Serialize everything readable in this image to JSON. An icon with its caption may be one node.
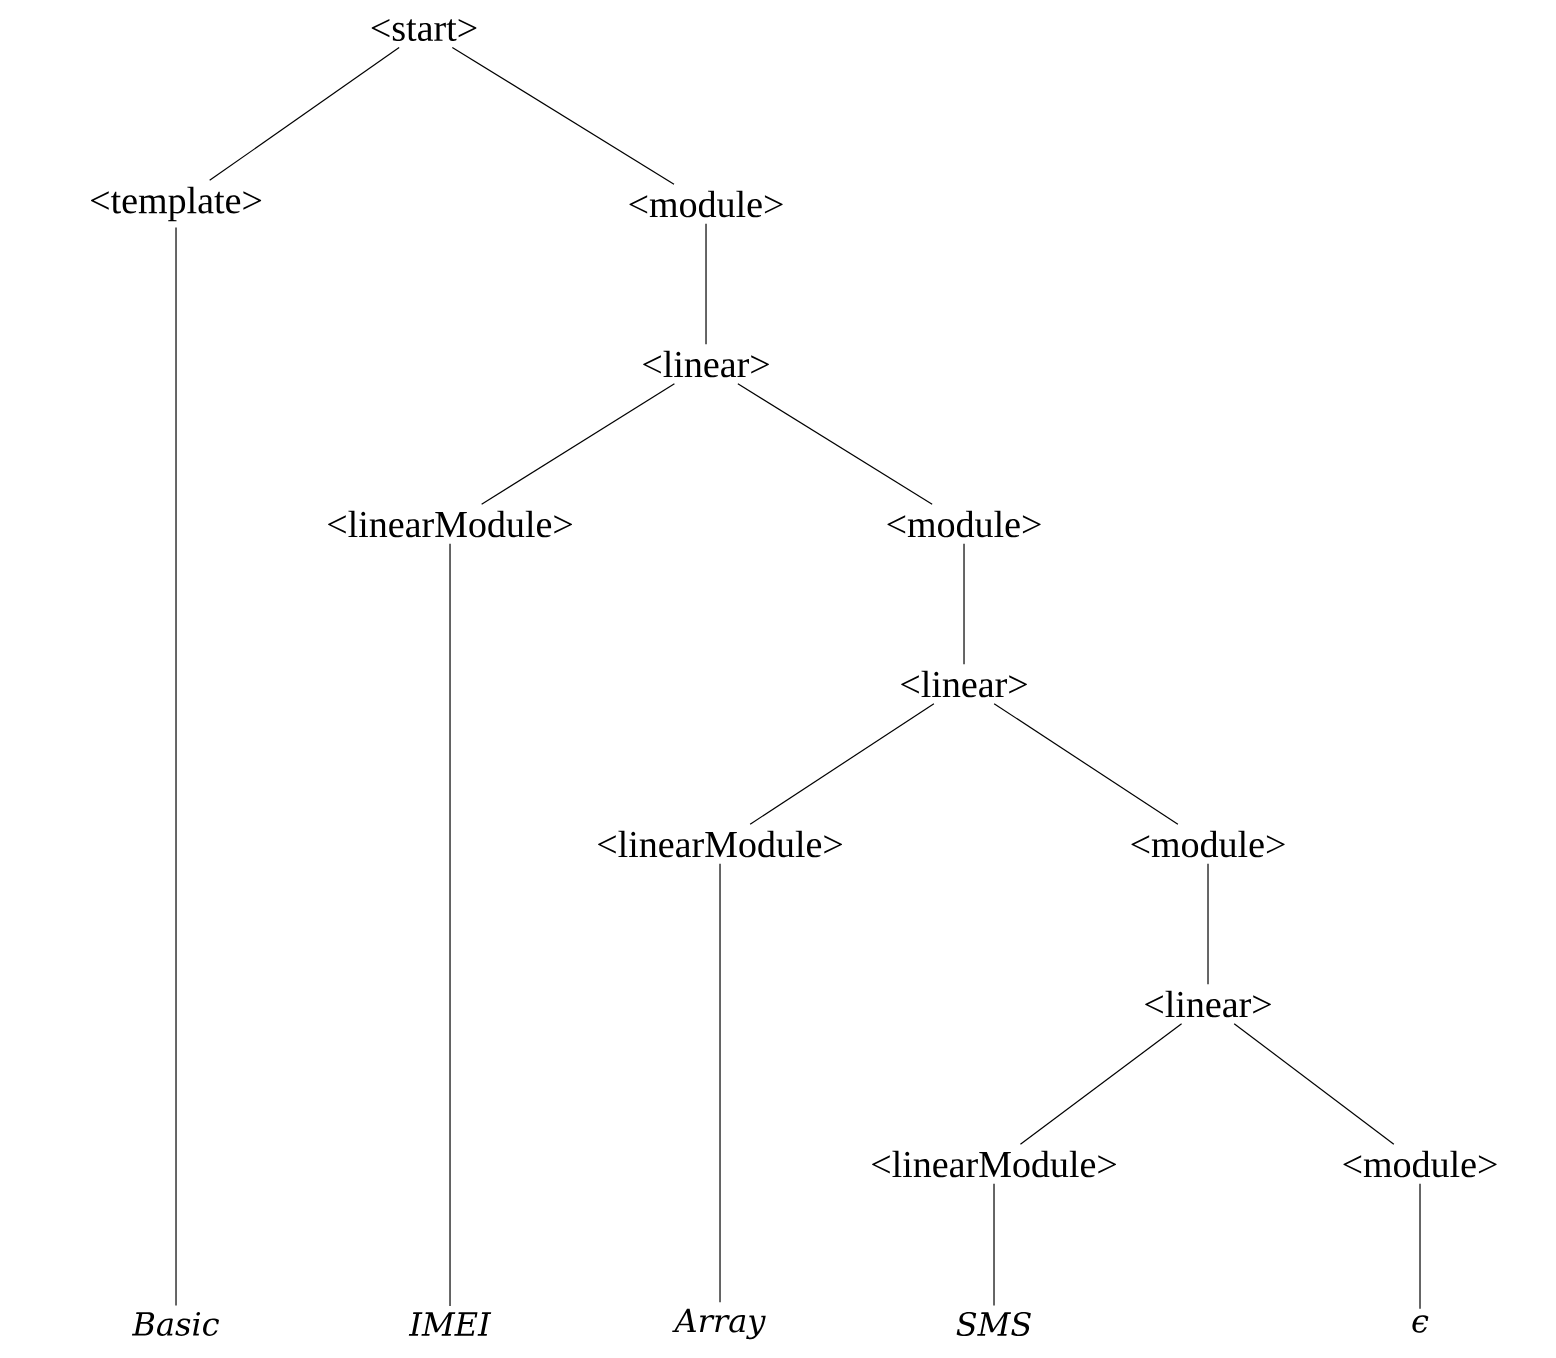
{
  "diagram": {
    "nodes": [
      {
        "text": [
          "<start>"
        ]
      },
      {
        "text": [
          "<template>"
        ]
      },
      {
        "text": [
          "<module>"
        ]
      },
      {
        "text": [
          "<linear>"
        ]
      },
      {
        "text": [
          "<linearModule>"
        ]
      },
      {
        "text": [
          "<module>"
        ]
      },
      {
        "text": [
          "<linear>"
        ]
      },
      {
        "text": [
          "<linearModule>"
        ]
      },
      {
        "text": [
          "<module>"
        ]
      },
      {
        "text": [
          "<linear>"
        ]
      },
      {
        "text": [
          "<linearModule>"
        ]
      },
      {
        "text": [
          "<module>"
        ]
      },
      {
        "text": [
          "Basic"
        ]
      },
      {
        "text": [
          "IMEI"
        ]
      },
      {
        "text": [
          "Array"
        ]
      },
      {
        "text": [
          "SMS"
        ]
      },
      {
        "text": [
          "ϵ"
        ]
      }
    ],
    "edges": [
      {
        "from": 0,
        "to": 1,
        "arrow": "none"
      },
      {
        "from": 0,
        "to": 2,
        "arrow": "none"
      },
      {
        "from": 1,
        "to": 12,
        "arrow": "none"
      },
      {
        "from": 2,
        "to": 3,
        "arrow": "none"
      },
      {
        "from": 3,
        "to": 4,
        "arrow": "none"
      },
      {
        "from": 3,
        "to": 5,
        "arrow": "none"
      },
      {
        "from": 4,
        "to": 13,
        "arrow": "none"
      },
      {
        "from": 5,
        "to": 6,
        "arrow": "none"
      },
      {
        "from": 6,
        "to": 7,
        "arrow": "none"
      },
      {
        "from": 6,
        "to": 8,
        "arrow": "none"
      },
      {
        "from": 7,
        "to": 14,
        "arrow": "none"
      },
      {
        "from": 8,
        "to": 9,
        "arrow": "none"
      },
      {
        "from": 9,
        "to": 10,
        "arrow": "none"
      },
      {
        "from": 9,
        "to": 11,
        "arrow": "none"
      },
      {
        "from": 10,
        "to": 15,
        "arrow": "none"
      },
      {
        "from": 11,
        "to": 16,
        "arrow": "none"
      }
    ]
  }
}
